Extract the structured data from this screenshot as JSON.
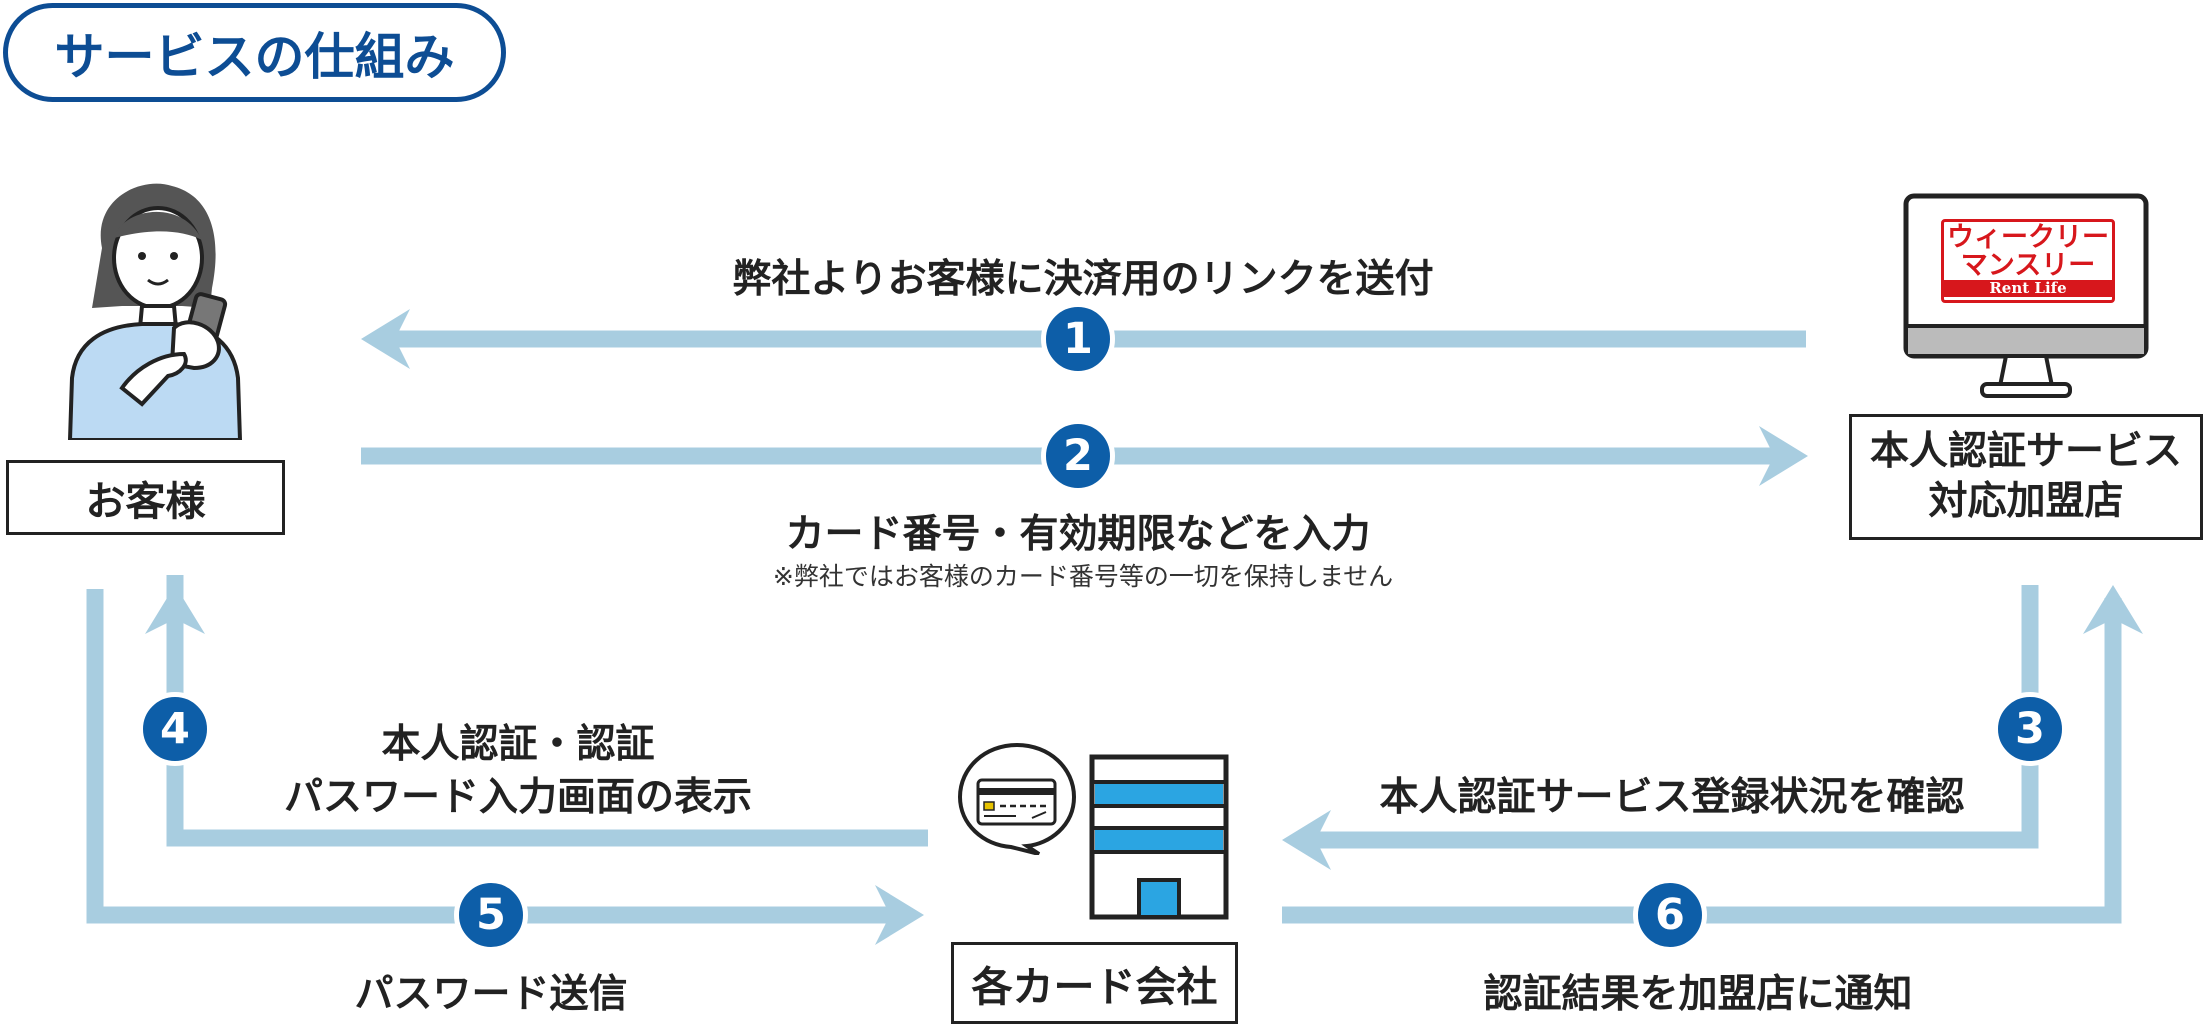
{
  "title": "サービスの仕組み",
  "colors": {
    "primary": "#0d4d94",
    "badge": "#0d5ea8",
    "arrow": "#a8cde0",
    "logo_red": "#d7171c",
    "bank_blue": "#2ba5e2"
  },
  "actors": {
    "customer": {
      "label": "お客様",
      "icon": "woman-with-smartphone-icon"
    },
    "merchant": {
      "label_line1": "本人認証サービス",
      "label_line2": "対応加盟店",
      "icon": "monitor-icon"
    },
    "card_company": {
      "label": "各カード会社",
      "icon": "bank-building-icon",
      "bubble_icon": "credit-card-icon"
    }
  },
  "logo": {
    "line1": "ウィークリー",
    "line2": "マンスリー",
    "line3": "Rent Life"
  },
  "steps": [
    {
      "number": "1",
      "text": "弊社よりお客様に決済用のリンクを送付"
    },
    {
      "number": "2",
      "text": "カード番号・有効期限などを入力",
      "note": "※弊社ではお客様のカード番号等の一切を保持しません"
    },
    {
      "number": "3",
      "text": "本人認証サービス登録状況を確認"
    },
    {
      "number": "4",
      "text_line1": "本人認証・認証",
      "text_line2": "パスワード入力画面の表示"
    },
    {
      "number": "5",
      "text": "パスワード送信"
    },
    {
      "number": "6",
      "text": "認証結果を加盟店に通知"
    }
  ]
}
